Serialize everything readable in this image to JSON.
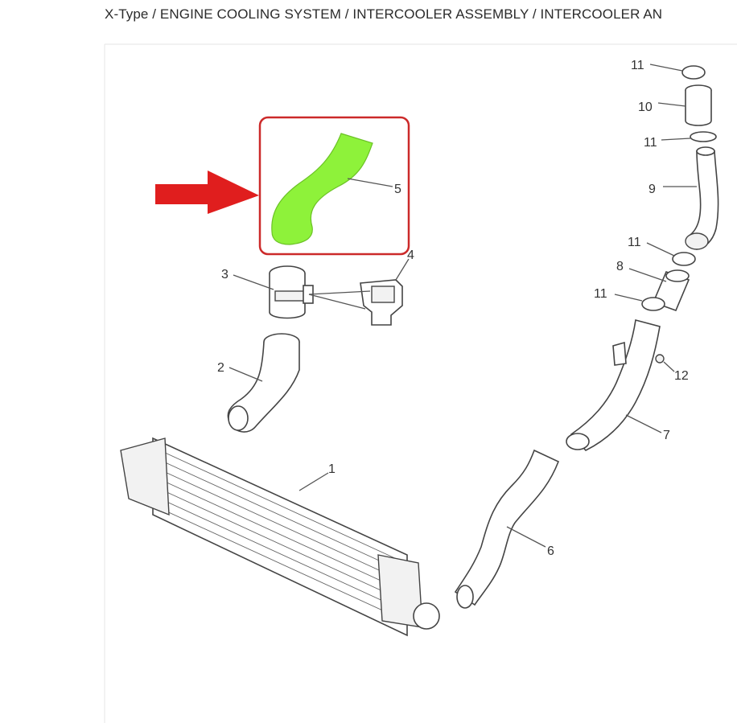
{
  "header": {
    "breadcrumb": "X-Type / ENGINE COOLING SYSTEM / INTERCOOLER ASSEMBLY / INTERCOOLER AN"
  },
  "callouts": {
    "p1": "1",
    "p2": "2",
    "p3": "3",
    "p4": "4",
    "p5": "5",
    "p6": "6",
    "p7": "7",
    "p8": "8",
    "p9": "9",
    "p10": "10",
    "p11a": "11",
    "p11b": "11",
    "p11c": "11",
    "p11d": "11",
    "p12": "12"
  },
  "highlight": {
    "part": "5",
    "fill_color": "#8ef23a",
    "box_color": "#cc2a2a",
    "arrow_color": "#e01e1e"
  }
}
